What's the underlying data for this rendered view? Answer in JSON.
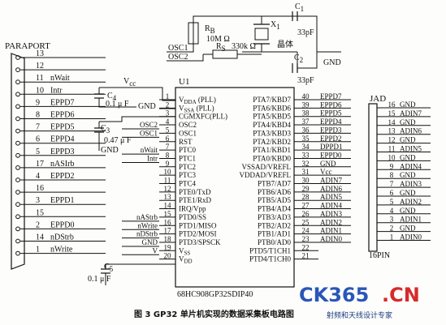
{
  "connector": {
    "title": "PARAPORT",
    "pins": [
      {
        "num": "13",
        "sig": ""
      },
      {
        "num": "12",
        "sig": ""
      },
      {
        "num": "11",
        "sig": "nWait"
      },
      {
        "num": "10",
        "sig": "Intr"
      },
      {
        "num": "9",
        "sig": "EPPD7"
      },
      {
        "num": "8",
        "sig": "EPPD6"
      },
      {
        "num": "7",
        "sig": "EPPD5"
      },
      {
        "num": "6",
        "sig": "EPPD4"
      },
      {
        "num": "5",
        "sig": "EPPD3"
      },
      {
        "num": "17",
        "sig": "nASIrb"
      },
      {
        "num": "4",
        "sig": "EPPD2"
      },
      {
        "num": "16",
        "sig": ""
      },
      {
        "num": "3",
        "sig": "EPPD1"
      },
      {
        "num": "15",
        "sig": ""
      },
      {
        "num": "2",
        "sig": "EPPD0"
      },
      {
        "num": "14",
        "sig": "nDStrb"
      },
      {
        "num": "1",
        "sig": "nWrite"
      }
    ]
  },
  "oscillator": {
    "osc1": "OSC1",
    "osc2": "OSC2",
    "rb": "R",
    "rb_sub": "B",
    "rb_value": "10M Ω",
    "rs": "R",
    "rs_sub": "S",
    "rs_value": "330k Ω",
    "x1": "X",
    "x1_sub": "1",
    "crystal": "晶体",
    "c1": "C",
    "c1_sub": "1",
    "c1_value": "33pF",
    "c2": "C",
    "c2_sub": "2",
    "c2_value": "33pF",
    "gnd": "GND"
  },
  "caps": {
    "vcc": "V",
    "vcc_sub": "cc",
    "c4": "C",
    "c4_sub": "4",
    "c4_value": "0.1 μ F",
    "c3": "C",
    "c3_sub": "3",
    "c3_value": "0.47 μ F",
    "c5": "C",
    "c5_sub": "5",
    "c5_value": "0.1 μ F",
    "gnd": "GND"
  },
  "mcu": {
    "ref": "U1",
    "part": "68HC908GP32SDIP40",
    "left_pins": [
      {
        "num": "1",
        "name": "V",
        "sub": "DDA",
        "suffix": " (PLL)",
        "net": "GND"
      },
      {
        "num": "2",
        "name": "V",
        "sub": "SSA",
        "suffix": " (PLL)",
        "net": ""
      },
      {
        "num": "3",
        "name": "CGMXFC(PLL)",
        "sub": "",
        "suffix": "",
        "net": ""
      },
      {
        "num": "4",
        "name": "OSC2",
        "sub": "",
        "suffix": "",
        "net": "OSC2"
      },
      {
        "num": "5",
        "name": "OSC1",
        "sub": "",
        "suffix": "",
        "net": "OSC1"
      },
      {
        "num": "6",
        "name": "RST",
        "sub": "",
        "suffix": "",
        "net": ""
      },
      {
        "num": "7",
        "name": "PTC0",
        "sub": "",
        "suffix": "",
        "net": "nWait"
      },
      {
        "num": "8",
        "name": "PTC1",
        "sub": "",
        "suffix": "",
        "net": "Intr"
      },
      {
        "num": "9",
        "name": "PTC2",
        "sub": "",
        "suffix": "",
        "net": ""
      },
      {
        "num": "10",
        "name": "PTC3",
        "sub": "",
        "suffix": "",
        "net": ""
      },
      {
        "num": "11",
        "name": "PTC4",
        "sub": "",
        "suffix": "",
        "net": ""
      },
      {
        "num": "12",
        "name": "PTE0/TxD",
        "sub": "",
        "suffix": "",
        "net": ""
      },
      {
        "num": "13",
        "name": "PTE1/RxD",
        "sub": "",
        "suffix": "",
        "net": ""
      },
      {
        "num": "14",
        "name": "IRQ/Vpp",
        "sub": "",
        "suffix": "",
        "net": ""
      },
      {
        "num": "15",
        "name": "PTD0/SS",
        "sub": "",
        "suffix": "",
        "net": "nAStrb"
      },
      {
        "num": "16",
        "name": "PTD1/MISO",
        "sub": "",
        "suffix": "",
        "net": "nWrite"
      },
      {
        "num": "17",
        "name": "PTD2/MOSI",
        "sub": "",
        "suffix": "",
        "net": "nDStrb"
      },
      {
        "num": "18",
        "name": "PTD3/SPSCK",
        "sub": "",
        "suffix": "",
        "net": "GND"
      },
      {
        "num": "19",
        "name": "V",
        "sub": "SS",
        "suffix": "",
        "net": "V"
      },
      {
        "num": "20",
        "name": "V",
        "sub": "DD",
        "suffix": "",
        "net": ""
      }
    ],
    "right_pins": [
      {
        "num": "40",
        "name": "PTA7/KBD7",
        "net": "EPPD7"
      },
      {
        "num": "39",
        "name": "PTA6/KBD6",
        "net": "EPPD6"
      },
      {
        "num": "38",
        "name": "PTA5/KBD5",
        "net": "EPPD5"
      },
      {
        "num": "37",
        "name": "PTA4/KBD4",
        "net": "EPPD4"
      },
      {
        "num": "36",
        "name": "PTA3/KBD3",
        "net": "EPPD3"
      },
      {
        "num": "35",
        "name": "PTA2/KBD2",
        "net": "EPPD2"
      },
      {
        "num": "34",
        "name": "PTA1/KBD1",
        "net": "DPPD1"
      },
      {
        "num": "33",
        "name": "PTA0/KBD0",
        "net": "EPPD0"
      },
      {
        "num": "32",
        "name": "VSSAD/VREFL",
        "net": "GND"
      },
      {
        "num": "31",
        "name": "VDDAD/VREFL",
        "net": "Vcc"
      },
      {
        "num": "30",
        "name": "PTB7/AD7",
        "net": "ADIN7"
      },
      {
        "num": "29",
        "name": "PTB6/AD6",
        "net": "ADIN6"
      },
      {
        "num": "28",
        "name": "PTB5/AD5",
        "net": "ADIN5"
      },
      {
        "num": "27",
        "name": "PTB4/AD4",
        "net": "ADIN4"
      },
      {
        "num": "26",
        "name": "PTB3/AD3",
        "net": "ADIN3"
      },
      {
        "num": "25",
        "name": "PTB2/AD2",
        "net": "ADIN2"
      },
      {
        "num": "24",
        "name": "PTB1/AD1",
        "net": "ADIN1"
      },
      {
        "num": "23",
        "name": "PTB0/AD0",
        "net": "ADIN0"
      },
      {
        "num": "22",
        "name": "PTD5/T1CH1",
        "net": ""
      },
      {
        "num": "21",
        "name": "PTD4/T1CH0",
        "net": ""
      }
    ]
  },
  "header": {
    "title": "JAD",
    "footer": "16PIN",
    "pins": [
      {
        "num": "16",
        "sig": "GND"
      },
      {
        "num": "15",
        "sig": "ADIN7"
      },
      {
        "num": "14",
        "sig": "GND"
      },
      {
        "num": "13",
        "sig": "ADIN6"
      },
      {
        "num": "12",
        "sig": "GND"
      },
      {
        "num": "11",
        "sig": "ADIN5"
      },
      {
        "num": "10",
        "sig": "GND"
      },
      {
        "num": "9",
        "sig": "ADIN4"
      },
      {
        "num": "8",
        "sig": "GND"
      },
      {
        "num": "7",
        "sig": "ADIN3"
      },
      {
        "num": "6",
        "sig": "GND"
      },
      {
        "num": "5",
        "sig": "ADIN2"
      },
      {
        "num": "4",
        "sig": "GND"
      },
      {
        "num": "3",
        "sig": "ADIN1"
      },
      {
        "num": "2",
        "sig": "GND"
      },
      {
        "num": "1",
        "sig": "ADIN0"
      }
    ]
  },
  "caption": "图 3   GP32 单片机实现的数据采集板电路图",
  "watermark": {
    "brand_a": "CK365",
    "brand_b": ".CN",
    "tagline": "射频和天线设计专家"
  }
}
